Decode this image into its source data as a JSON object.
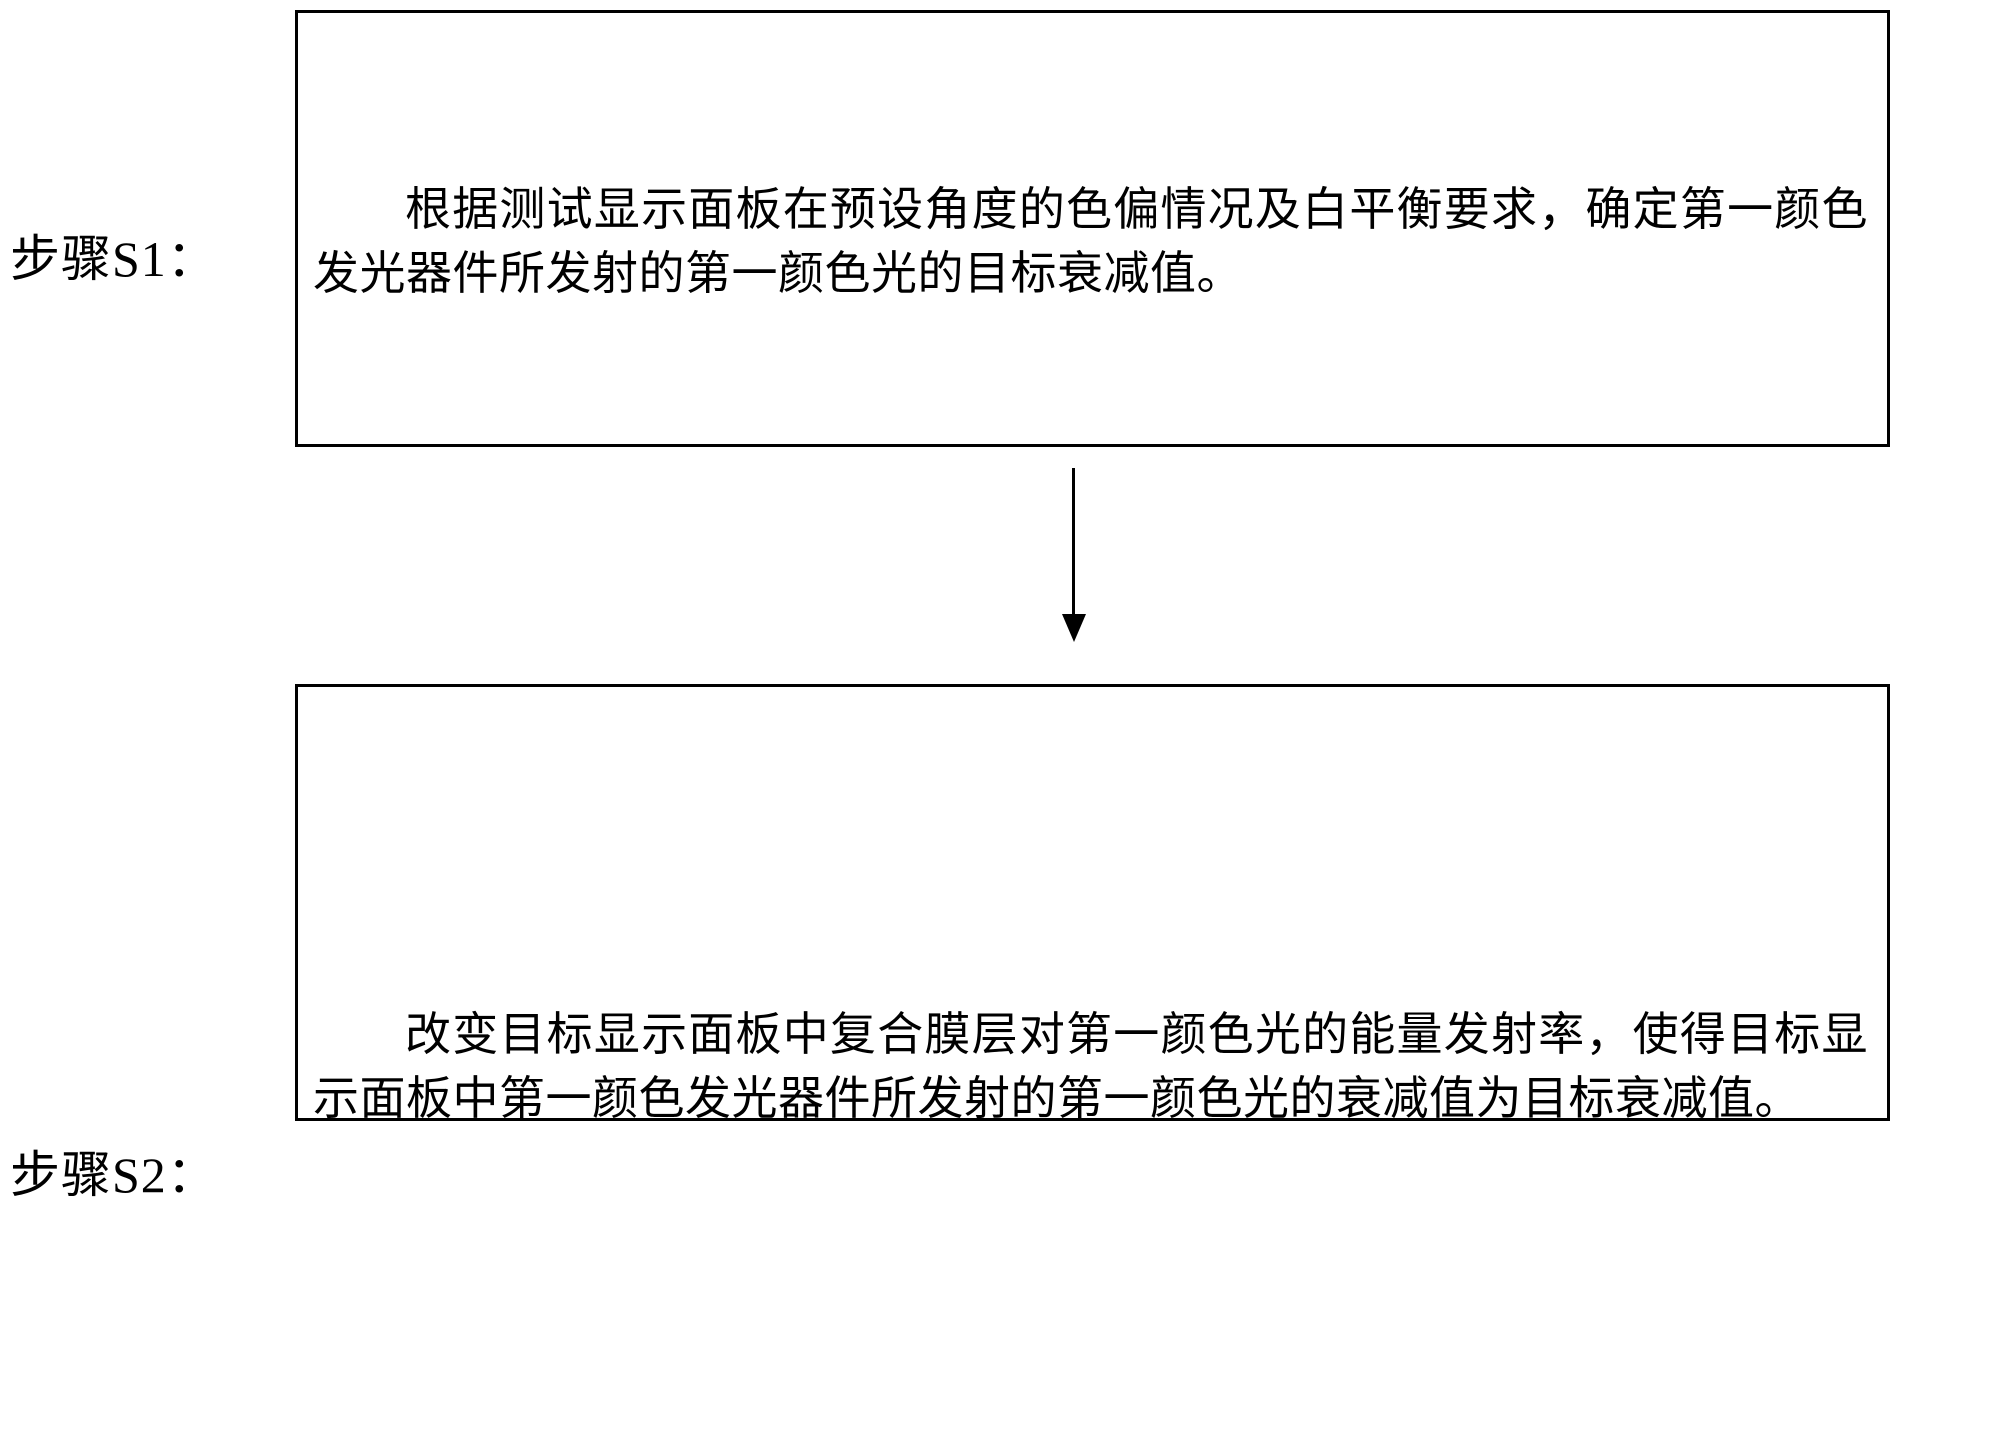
{
  "diagram": {
    "type": "flowchart",
    "title": "",
    "orientation": "vertical",
    "steps": [
      {
        "label": "步骤S1：",
        "text": "根据测试显示面板在预设角度的色偏情况及白平衡要求，确定第一颜色发光器件所发射的第一颜色光的目标衰减值。"
      },
      {
        "label": "步骤S2：",
        "text": "改变目标显示面板中复合膜层对第一颜色光的能量发射率，使得目标显示面板中第一颜色发光器件所发射的第一颜色光的衰减值为目标衰减值。"
      }
    ],
    "connectors": [
      {
        "from": "步骤S1：",
        "to": "步骤S2：",
        "style": "solid-line-arrow",
        "label": ""
      }
    ],
    "colors": {
      "background": "#ffffff",
      "stroke": "#000000",
      "text": "#000000"
    }
  }
}
